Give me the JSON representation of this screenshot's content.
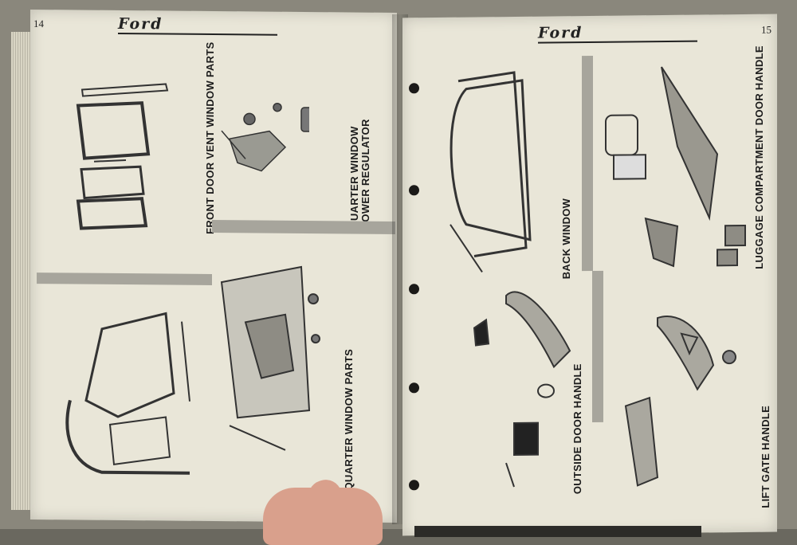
{
  "brand": "Ford",
  "left_page": {
    "page_number": "14",
    "sections": [
      {
        "title": "FRONT DOOR VENT WINDOW PARTS"
      },
      {
        "title_lines": [
          "QUARTER WINDOW",
          "POWER REGULATOR"
        ]
      },
      {
        "title": "QUARTER WINDOW PARTS"
      }
    ]
  },
  "right_page": {
    "page_number": "15",
    "sections": [
      {
        "title": "BACK WINDOW"
      },
      {
        "title": "LUGGAGE COMPARTMENT DOOR HANDLE"
      },
      {
        "title": "OUTSIDE DOOR HANDLE"
      },
      {
        "title": "LIFT GATE HANDLE"
      }
    ]
  },
  "colors": {
    "paper": "#e9e6d8",
    "ink": "#1b1b1b",
    "bar": "#a7a59c"
  }
}
